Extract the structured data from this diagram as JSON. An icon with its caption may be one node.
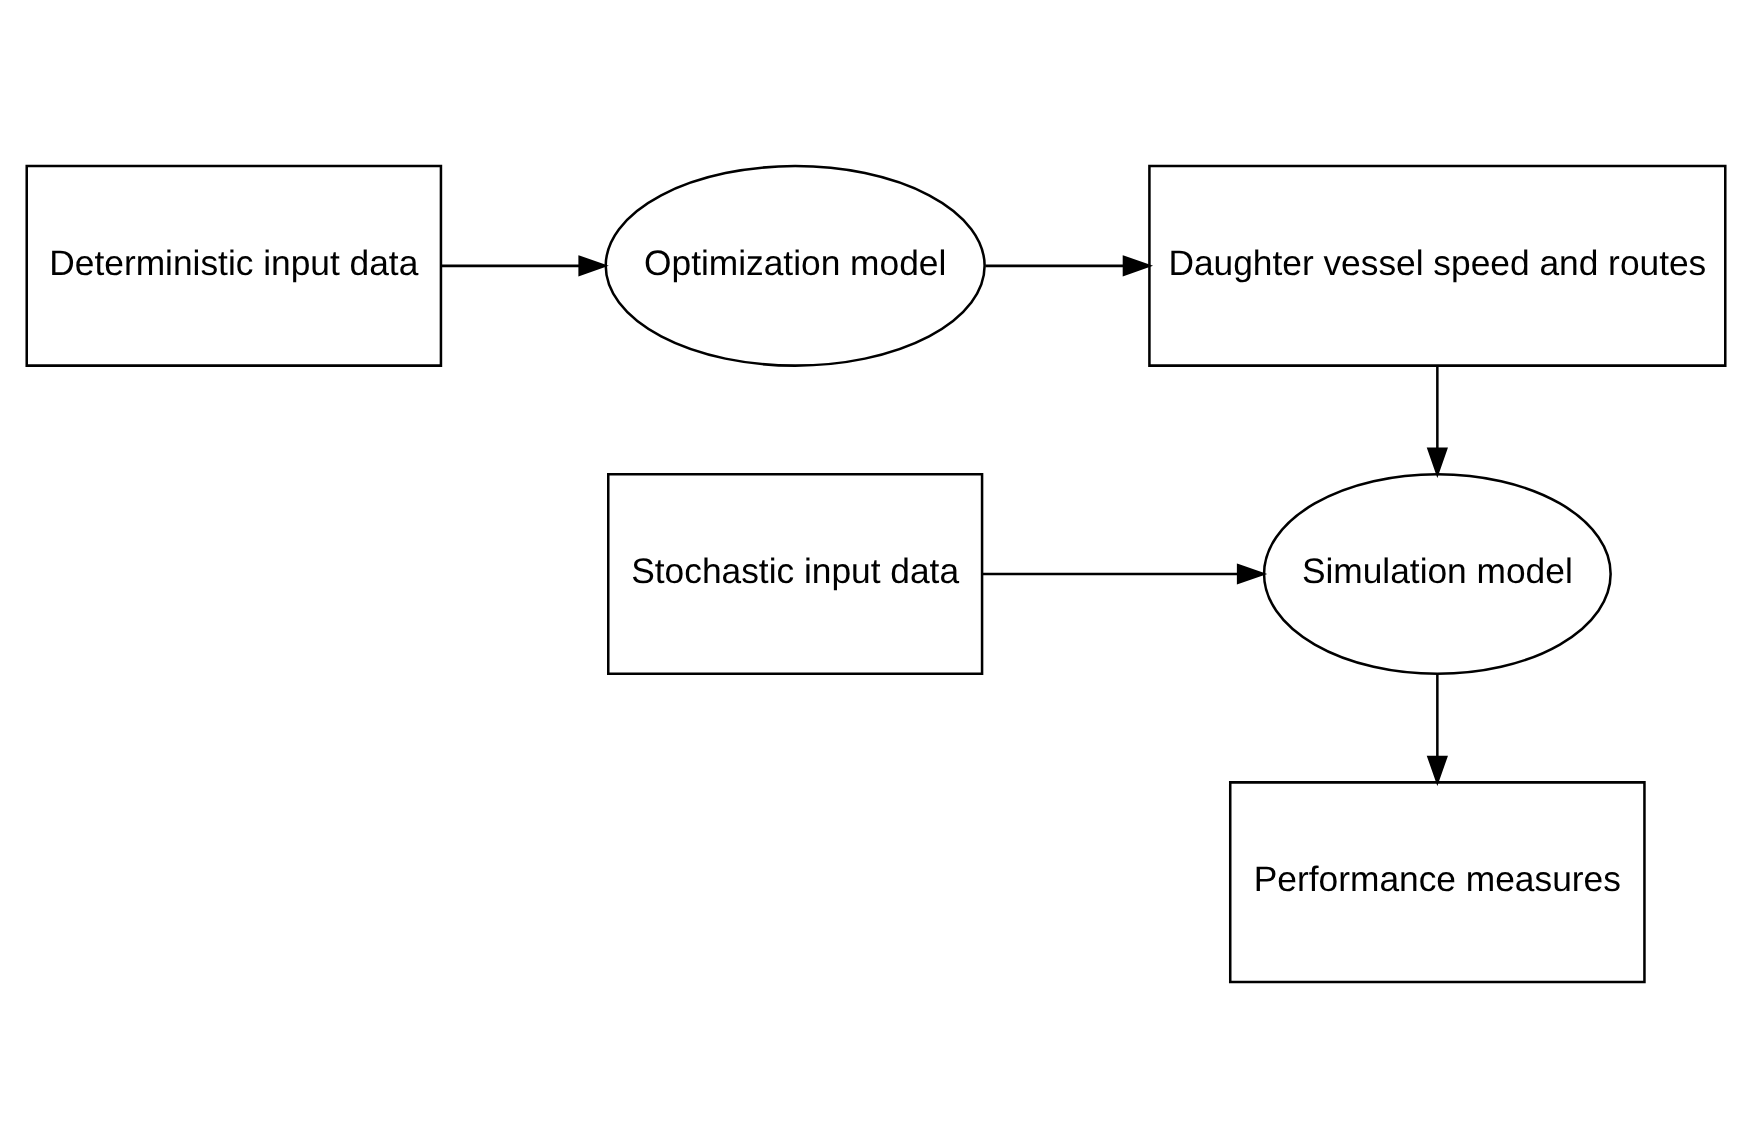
{
  "diagram": {
    "nodes": [
      {
        "text": [
          "Deterministic input data"
        ]
      },
      {
        "text": [
          "Optimization model"
        ]
      },
      {
        "text": [
          "Daughter vessel speed and routes"
        ]
      },
      {
        "text": [
          "Stochastic input data"
        ]
      },
      {
        "text": [
          "Simulation model"
        ]
      },
      {
        "text": [
          "Performance measures"
        ]
      }
    ],
    "edges": [
      {
        "from": 0,
        "to": 1,
        "arrow": "to"
      },
      {
        "from": 1,
        "to": 2,
        "arrow": "to"
      },
      {
        "from": 2,
        "to": 4,
        "arrow": "to"
      },
      {
        "from": 3,
        "to": 4,
        "arrow": "to"
      },
      {
        "from": 4,
        "to": 5,
        "arrow": "to"
      }
    ]
  }
}
